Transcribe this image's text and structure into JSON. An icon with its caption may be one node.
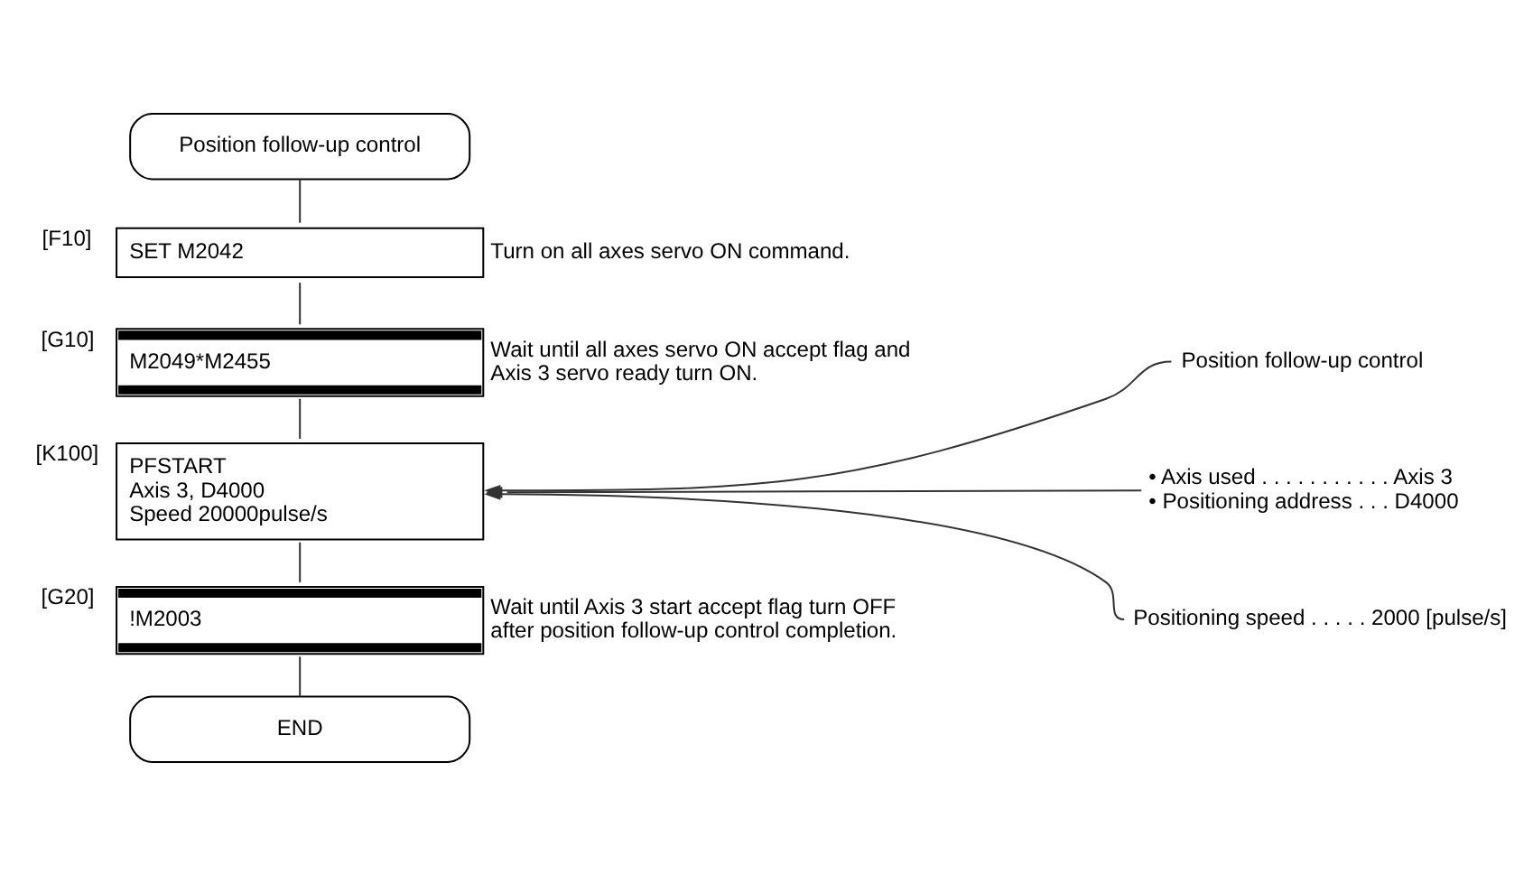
{
  "diagram": {
    "nodes": [
      {
        "text": [
          "Position follow-up control"
        ]
      },
      {
        "text": [
          "SET M2042"
        ],
        "beside": [
          "[F10]",
          "Turn on all axes servo ON command."
        ]
      },
      {
        "text": [
          "M2049*M2455"
        ],
        "beside": [
          "[G10]",
          "Wait until all axes servo ON accept flag and Axis 3 servo ready turn ON."
        ]
      },
      {
        "text": [
          "PFSTART",
          "Axis 3, D4000",
          "Speed 20000pulse/s"
        ],
        "beside": [
          "[K100]"
        ]
      },
      {
        "text": [
          "Position follow-up control"
        ]
      },
      {
        "text": [
          "• Axis used . . . . . . . . . . . Axis 3",
          "• Positioning address . . . D4000"
        ]
      },
      {
        "text": [
          "Positioning speed . . . . . 2000 [pulse/s]"
        ]
      },
      {
        "text": [
          "!M2003"
        ],
        "beside": [
          "[G20]",
          "Wait until Axis 3 start accept flag turn OFF after position follow-up control completion."
        ]
      },
      {
        "text": [
          "END"
        ]
      }
    ],
    "edges": [
      {
        "from": 0,
        "to": 1,
        "arrow": "none"
      },
      {
        "from": 1,
        "to": 2,
        "arrow": "none"
      },
      {
        "from": 2,
        "to": 3,
        "arrow": "none"
      },
      {
        "from": 4,
        "to": 3,
        "arrow": "to"
      },
      {
        "from": 5,
        "to": 3,
        "arrow": "to"
      },
      {
        "from": 6,
        "to": 3,
        "arrow": "to"
      },
      {
        "from": 3,
        "to": 7,
        "arrow": "none"
      },
      {
        "from": 7,
        "to": 8,
        "arrow": "none"
      }
    ]
  }
}
